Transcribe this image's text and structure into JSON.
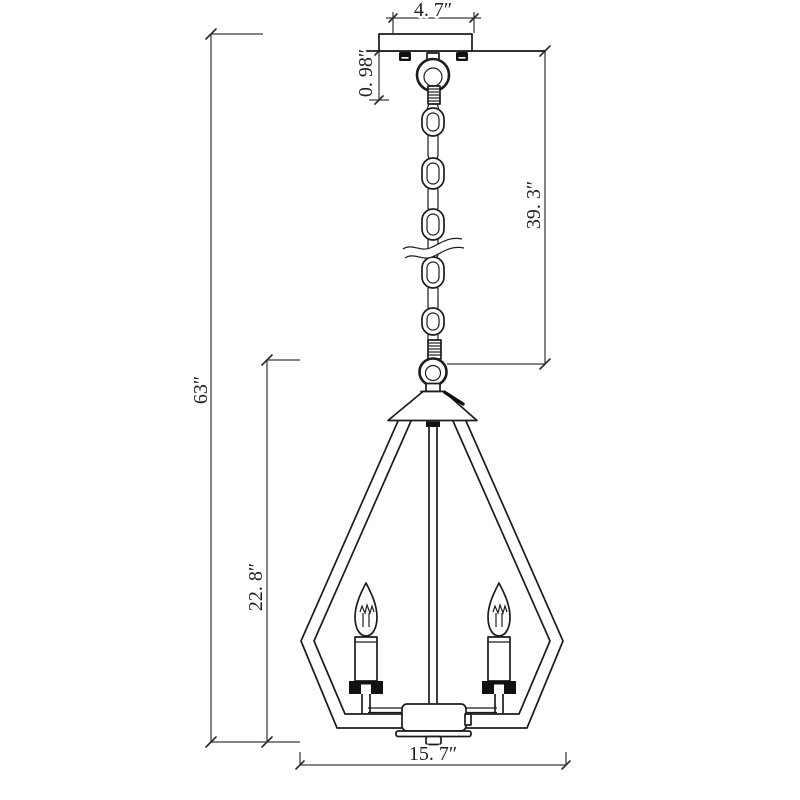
{
  "drawing": {
    "kind": "pendant-chandelier-dimension-diagram",
    "labels": {
      "canopy_width": "4. 7″",
      "canopy_drop": "0. 98″",
      "chain_length": "39. 3″",
      "overall_height": "63″",
      "fixture_height": "22. 8″",
      "fixture_width": "15. 7″"
    },
    "colors": {
      "object_line": "#1c1c1c",
      "dimension_line": "#3a3a3a",
      "background": "#ffffff"
    }
  }
}
